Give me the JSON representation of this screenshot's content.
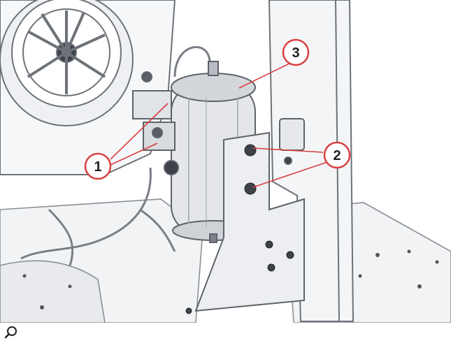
{
  "figure": {
    "callouts": [
      {
        "id": "callout-1",
        "label": "1"
      },
      {
        "id": "callout-2",
        "label": "2"
      },
      {
        "id": "callout-3",
        "label": "3"
      }
    ],
    "callout_color": "#d94040"
  },
  "toolbar": {
    "zoom_icon": "magnifier-icon"
  }
}
